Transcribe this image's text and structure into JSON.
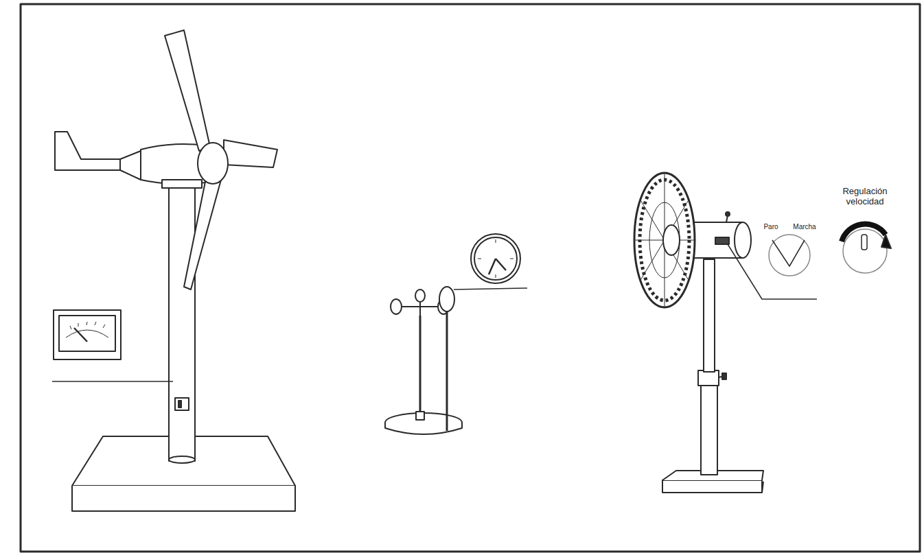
{
  "diagram": {
    "labels": [
      "Paro",
      "Marcha",
      "Regulación velocidad"
    ]
  }
}
